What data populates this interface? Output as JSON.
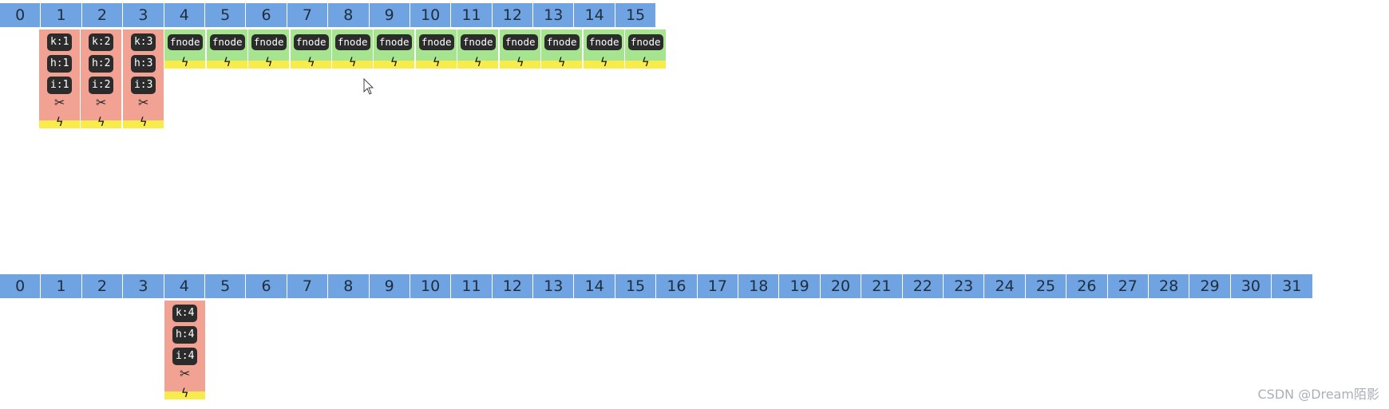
{
  "top_table": {
    "headers": [
      "0",
      "1",
      "2",
      "3",
      "4",
      "5",
      "6",
      "7",
      "8",
      "9",
      "10",
      "11",
      "12",
      "13",
      "14",
      "15"
    ],
    "red_buckets": [
      {
        "index": "1",
        "k": "k:1",
        "h": "h:1",
        "i": "i:1"
      },
      {
        "index": "2",
        "k": "k:2",
        "h": "h:2",
        "i": "i:2"
      },
      {
        "index": "3",
        "k": "k:3",
        "h": "h:3",
        "i": "i:3"
      }
    ],
    "fnode_label": "fnode"
  },
  "bottom_table": {
    "headers": [
      "0",
      "1",
      "2",
      "3",
      "4",
      "5",
      "6",
      "7",
      "8",
      "9",
      "10",
      "11",
      "12",
      "13",
      "14",
      "15",
      "16",
      "17",
      "18",
      "19",
      "20",
      "21",
      "22",
      "23",
      "24",
      "25",
      "26",
      "27",
      "28",
      "29",
      "30",
      "31"
    ],
    "red_buckets": [
      {
        "index": "4",
        "k": "k:4",
        "h": "h:4",
        "i": "i:4"
      }
    ]
  },
  "icons": {
    "tools": "✂",
    "bolt": "ϟ"
  },
  "colors": {
    "header": "#6fa3e2",
    "red_bucket": "#f2a293",
    "green_bucket": "#a6e48f",
    "yellow_bar": "#f8ec4d",
    "tag": "#2b2b2b"
  },
  "watermark": "CSDN @Dream陌影"
}
